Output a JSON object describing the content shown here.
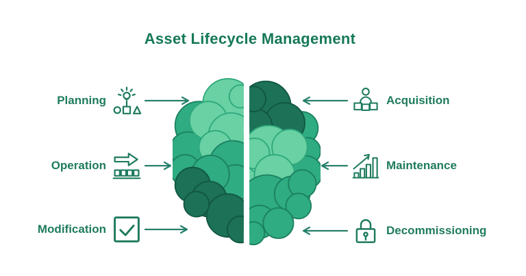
{
  "title": "Asset Lifecycle Management",
  "left_items": [
    {
      "label": "Planning",
      "icon": "lightbulb-shapes-icon"
    },
    {
      "label": "Operation",
      "icon": "process-flow-icon"
    },
    {
      "label": "Modification",
      "icon": "checkbox-icon"
    }
  ],
  "right_items": [
    {
      "label": "Acquisition",
      "icon": "person-assets-icon"
    },
    {
      "label": "Maintenance",
      "icon": "growth-chart-icon"
    },
    {
      "label": "Decommissioning",
      "icon": "padlock-icon"
    }
  ],
  "center_graphic": "brain-illustration",
  "colors": {
    "title_text": "#157956",
    "label_text": "#1F7B5E",
    "arrow": "#25806A",
    "icon_stroke": "#1E7A5E",
    "brain_light": "#69D1A3",
    "brain_medium": "#2FAC81",
    "brain_dark": "#1C7156",
    "background": "#FFFFFF"
  }
}
